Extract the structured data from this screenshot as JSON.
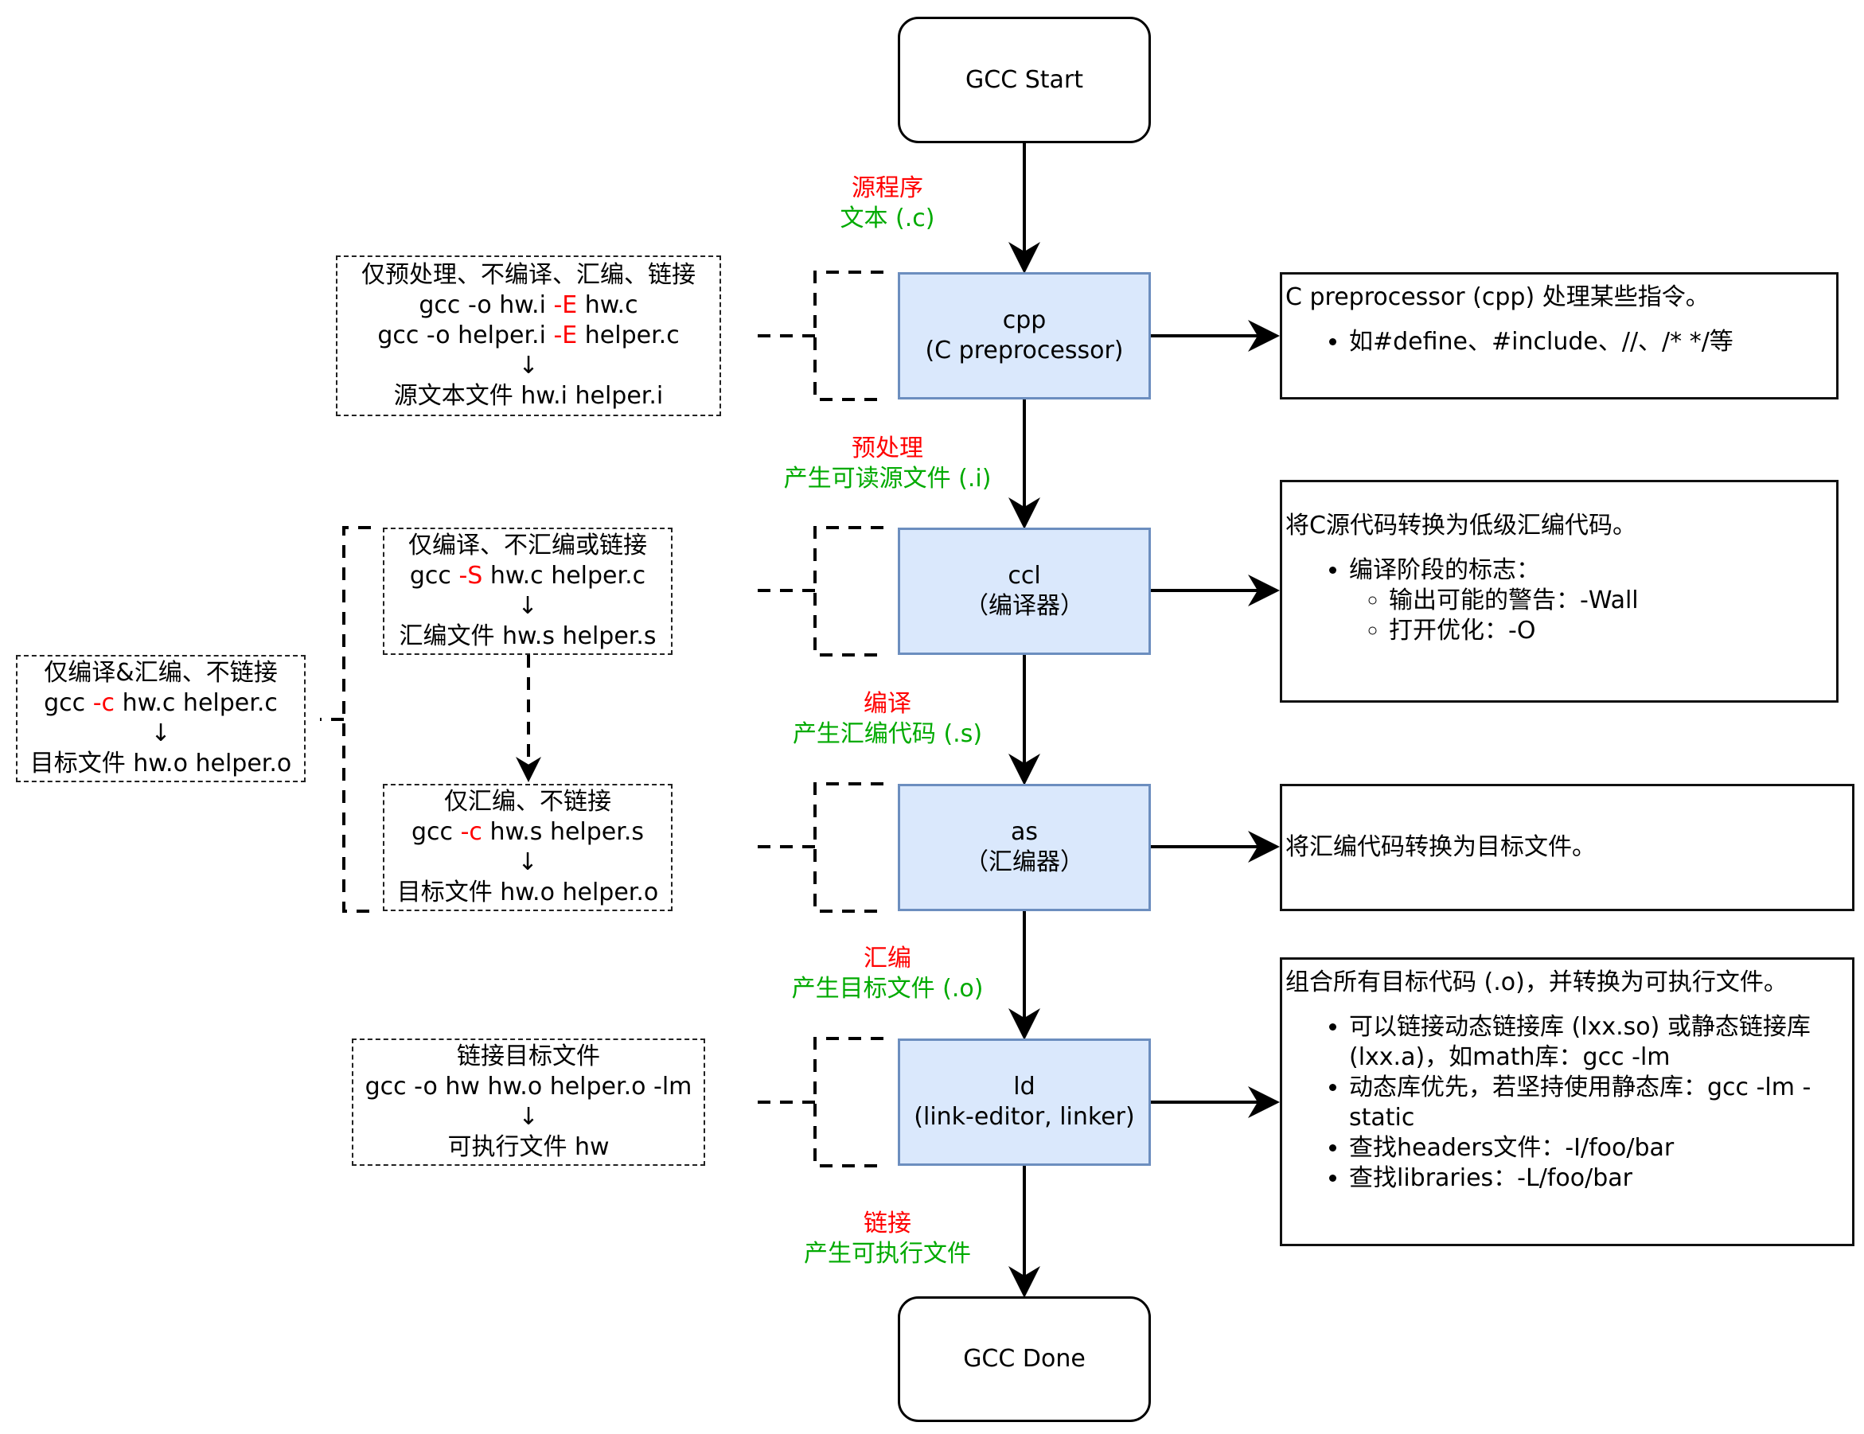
{
  "title": "GCC compilation flow",
  "terminals": {
    "start": "GCC Start",
    "done": "GCC Done"
  },
  "stages": [
    {
      "id": "cpp",
      "name": "cpp",
      "subtitle": "(C preprocessor)"
    },
    {
      "id": "ccl",
      "name": "ccl",
      "subtitle": "（编译器）"
    },
    {
      "id": "as",
      "name": "as",
      "subtitle": "（汇编器）"
    },
    {
      "id": "ld",
      "name": "ld",
      "subtitle": "(link-editor, linker)"
    }
  ],
  "edge_labels": [
    {
      "step": "源程序",
      "output": "文本 (.c)"
    },
    {
      "step": "预处理",
      "output": "产生可读源文件 (.i)"
    },
    {
      "step": "编译",
      "output": "产生汇编代码 (.s)"
    },
    {
      "step": "汇编",
      "output": "产生目标文件 (.o)"
    },
    {
      "step": "链接",
      "output": "产生可执行文件"
    }
  ],
  "notes": {
    "cpp": {
      "heading": "C preprocessor (cpp) 处理某些指令。",
      "bullets": [
        "如#define、#include、//、/* */等"
      ]
    },
    "ccl": {
      "heading": "将C源代码转换为低级汇编代码。",
      "bullets": [
        "编译阶段的标志："
      ],
      "sub_bullets": [
        "输出可能的警告：-Wall",
        "打开优化：-O"
      ]
    },
    "as": {
      "heading": "将汇编代码转换为目标文件。"
    },
    "ld": {
      "heading": "组合所有目标代码 (.o)，并转换为可执行文件。",
      "bullets": [
        "可以链接动态链接库 (lxx.so) 或静态链接库 (lxx.a)，如math库：gcc -lm",
        "动态库优先，若坚持使用静态库：gcc -lm -static",
        "查找headers文件：-I/foo/bar",
        "查找libraries：-L/foo/bar"
      ]
    }
  },
  "commands": {
    "preprocess": {
      "title": "仅预处理、不编译、汇编、链接",
      "line1_pre": "gcc -o hw.i ",
      "line1_flag": "-E",
      "line1_post": " hw.c",
      "line2_pre": "gcc -o helper.i ",
      "line2_flag": "-E",
      "line2_post": " helper.c",
      "arrow": "↓",
      "result": "源文本文件 hw.i helper.i"
    },
    "compile": {
      "title": "仅编译、不汇编或链接",
      "line1_pre": "gcc ",
      "line1_flag": "-S",
      "line1_post": " hw.c helper.c",
      "arrow": "↓",
      "result": "汇编文件 hw.s helper.s"
    },
    "assemble": {
      "title": "仅汇编、不链接",
      "line1_pre": "gcc ",
      "line1_flag": "-c",
      "line1_post": " hw.s helper.s",
      "arrow": "↓",
      "result": "目标文件 hw.o helper.o"
    },
    "compile_assemble": {
      "title": "仅编译&汇编、不链接",
      "line1_pre": "gcc ",
      "line1_flag": "-c",
      "line1_post": " hw.c helper.c",
      "arrow": "↓",
      "result": "目标文件 hw.o helper.o"
    },
    "link": {
      "title": "链接目标文件",
      "line1": "gcc -o hw hw.o helper.o -lm",
      "arrow": "↓",
      "result": "可执行文件 hw"
    }
  },
  "colors": {
    "stage_fill": "#dae8fc",
    "stage_stroke": "#6c8ebf",
    "flag": "#ff0000",
    "step_label": "#ff0000",
    "output_label": "#00aa00"
  }
}
